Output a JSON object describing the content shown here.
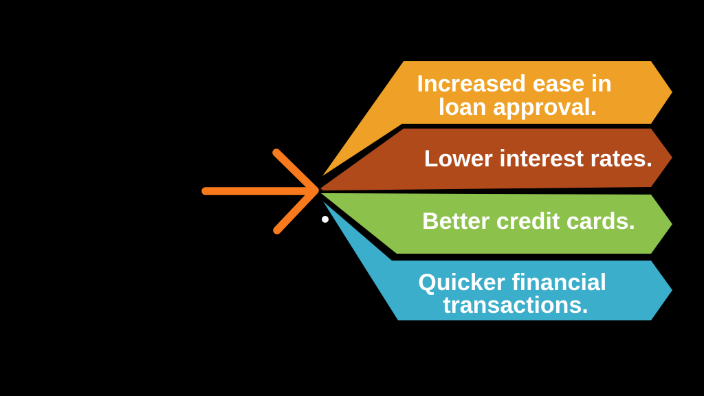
{
  "diagram": {
    "background_color": "#000000",
    "text_color": "#ffffff",
    "arrow": {
      "color": "#F87A1C"
    },
    "dot_color": "#FCFCFC",
    "banners": [
      {
        "label": "Increased ease in loan approval.",
        "line1": "Increased ease in",
        "line2": "loan approval.",
        "color": "#EEA126"
      },
      {
        "label": "Lower interest rates.",
        "line1": "Lower interest rates.",
        "color": "#B04A1B"
      },
      {
        "label": "Better credit cards.",
        "line1": "Better credit cards.",
        "color": "#8CC24C"
      },
      {
        "label": "Quicker financial transactions.",
        "line1": "Quicker financial",
        "line2": "transactions.",
        "color": "#3AAECB"
      }
    ]
  }
}
